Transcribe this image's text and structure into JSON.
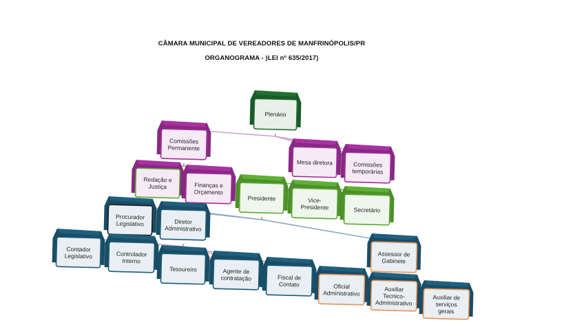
{
  "header": {
    "title": "CÂMARA MUNICIPAL DE VEREADORES DE MANFRINÓPOLIS/PR",
    "subtitle": "ORGANOGRAMA - )LEI nº 635/2017)"
  },
  "colors": {
    "green_dark": "#1f6b2e",
    "green": "#5aa832",
    "magenta": "#a0309a",
    "teal": "#1e5a78",
    "orange": "#e8935a",
    "line": "#c9a4cf"
  },
  "nodes": {
    "plenario": "Plenário",
    "comissoes_permanente": "Comissões\nPermanente",
    "mesa_diretora": "Mesa diretora",
    "comissoes_temporarias": "Comissões\ntemporárias",
    "redacao_justica": "Redação e\nJustiça",
    "financas_orcamento": "Finanças e\nOrçamento",
    "presidente": "Presidente",
    "vice_presidente": "Vice-\nPresidente",
    "secretario": "Secretário",
    "procurador": "Procurador\nLegislativo",
    "diretor": "Diretor\nAdministrativo",
    "assessor": "Assessor de\nGabinete",
    "contador": "Contador\nLegislativo",
    "controlador": "Controlador\nInterno",
    "tesoureiro": "Tesoureiro",
    "agente": "Agente de\ncontratação",
    "fiscal": "Fiscal de\nContato",
    "oficial": "Oficial\nAdministrativo",
    "auxiliar_tecnico": "Auxiliar\nTecnico-\nAdministrativo",
    "auxiliar_servicos": "Auxiliar de\nserviços\ngerais"
  }
}
